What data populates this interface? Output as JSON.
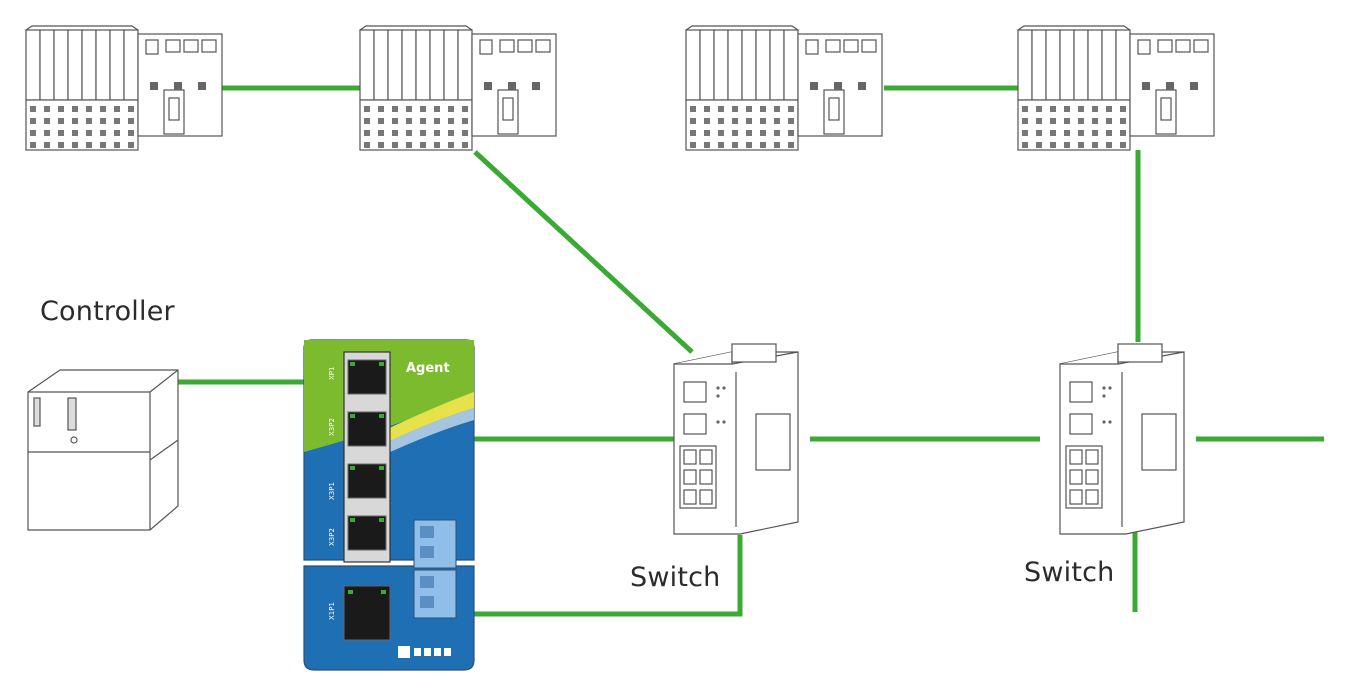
{
  "labels": {
    "controller": "Controller",
    "switch_1": "Switch",
    "switch_2": "Switch",
    "agent": "Agent"
  },
  "colors": {
    "link": "#3aaa35",
    "agent_blue": "#1f6fb5",
    "agent_green": "#7dbb2e",
    "agent_yellow": "#e8e24a",
    "outline": "#555555"
  },
  "icons": {
    "io_module": "io-module-icon",
    "controller": "plc-controller-icon",
    "agent": "network-agent-device-icon",
    "switch": "industrial-switch-icon"
  }
}
